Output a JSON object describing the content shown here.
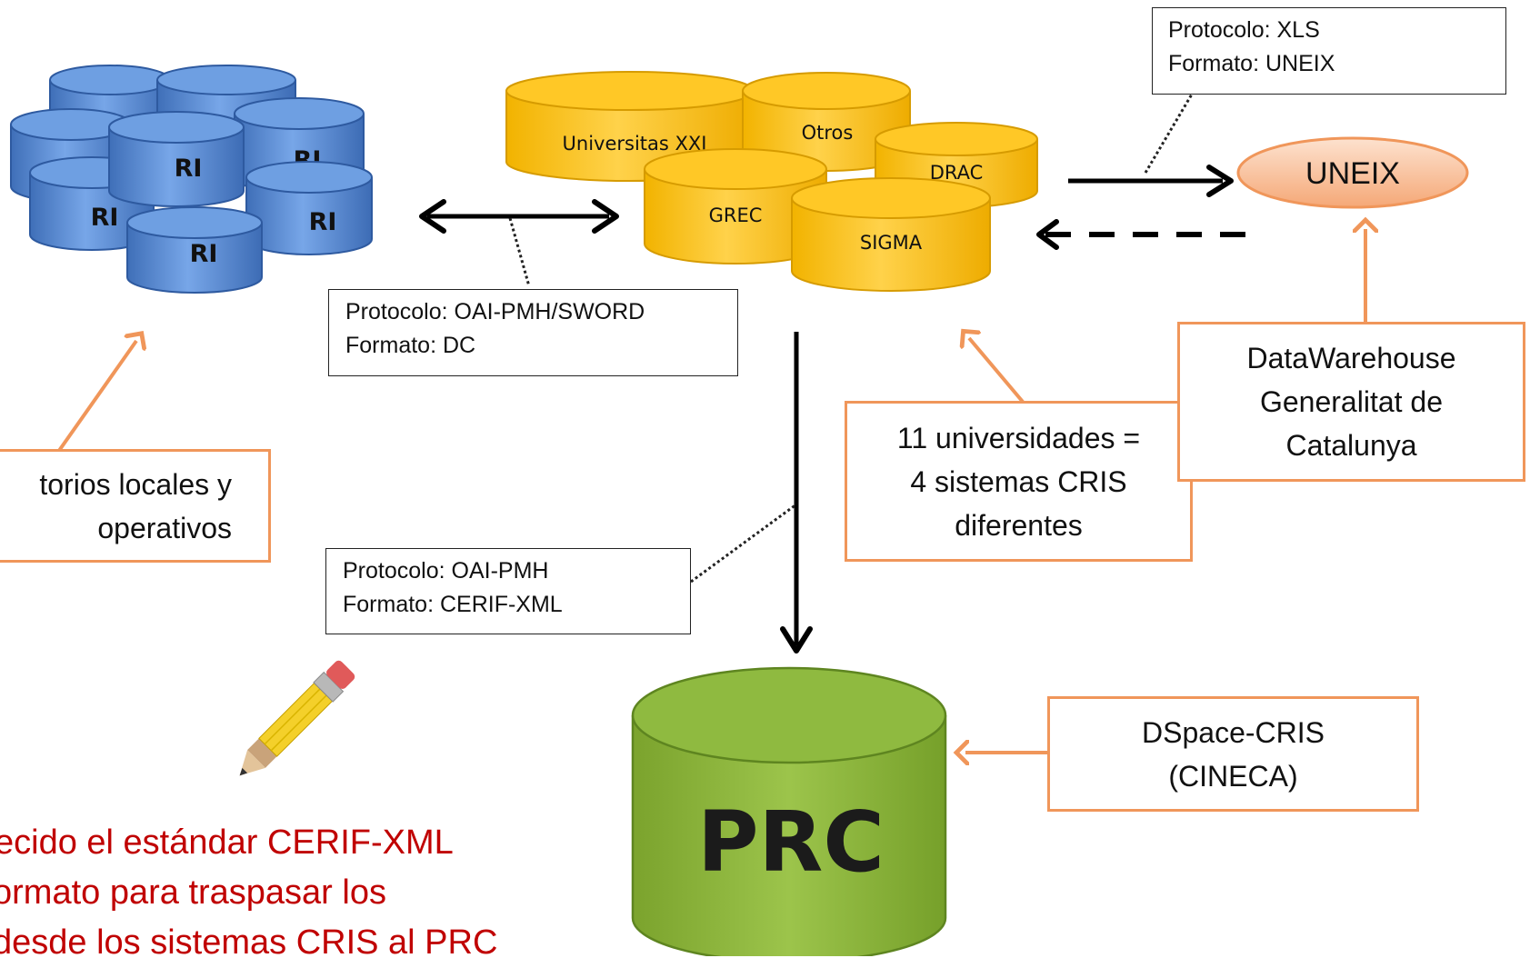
{
  "repositories": {
    "cylinder_label": "RI"
  },
  "cris_systems": [
    {
      "label": "Universitas XXI"
    },
    {
      "label": "Otros"
    },
    {
      "label": "DRAC"
    },
    {
      "label": "GREC"
    },
    {
      "label": "SIGMA"
    }
  ],
  "uneix": {
    "label": "UNEIX"
  },
  "prc": {
    "label": "PRC"
  },
  "protocol_boxes": {
    "xls": {
      "line1": "Protocolo: XLS",
      "line2": "Formato: UNEIX"
    },
    "oai_sword": {
      "line1": "Protocolo: OAI-PMH/SWORD",
      "line2": "Formato: DC"
    },
    "oai_cerif": {
      "line1": "Protocolo: OAI-PMH",
      "line2": "Formato: CERIF-XML"
    }
  },
  "callouts": {
    "repos": {
      "line1": "torios locales y",
      "line2": "operativos"
    },
    "universities": {
      "line1": "11 universidades  =",
      "line2": "4 sistemas CRIS",
      "line3": "diferentes"
    },
    "datawarehouse": {
      "line1": "DataWarehouse",
      "line2": "Generalitat de",
      "line3": "Catalunya"
    },
    "dspace": {
      "line1": "DSpace-CRIS",
      "line2": "(CINECA)"
    }
  },
  "note": {
    "line1": "ecido el estándar CERIF-XML",
    "line2": "ormato para traspasar los",
    "line3": "desde los sistemas CRIS al PRC"
  },
  "colors": {
    "ri_blue": "#5b8fd6",
    "cris_yellow": "#ffc000",
    "prc_green": "#8db33c",
    "callout_orange": "#f0965a",
    "note_red": "#c00000"
  },
  "icons": {
    "pencil": "pencil-icon"
  }
}
